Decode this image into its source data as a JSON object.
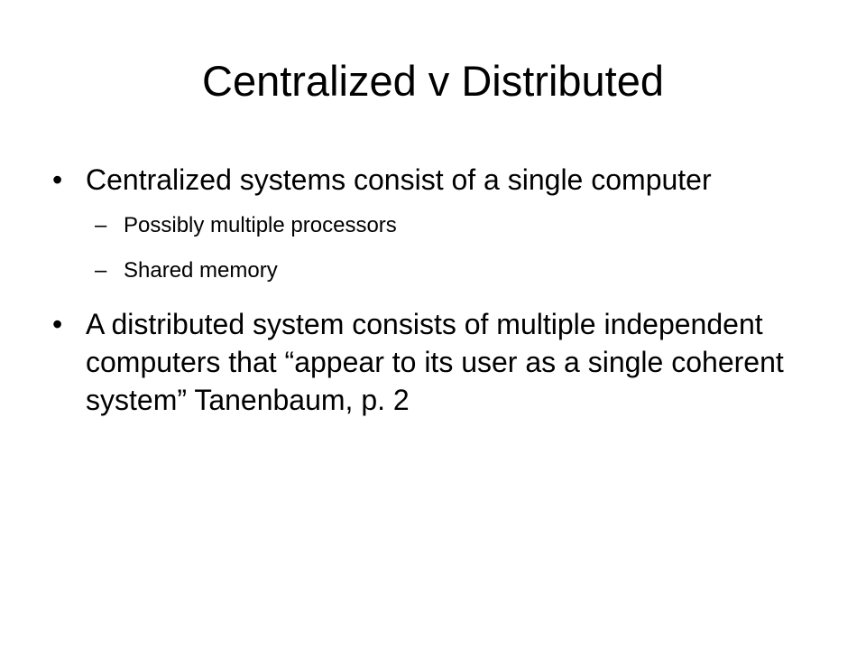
{
  "slide": {
    "title": "Centralized v Distributed",
    "bullet_glyph": "•",
    "sub_bullet_glyph": "–",
    "bullets": [
      {
        "text": "Centralized systems consist of a single computer",
        "sub_items": [
          "Possibly multiple processors",
          "Shared memory"
        ]
      },
      {
        "text": "A distributed system consists of multiple independent computers that “appear to its user as a single coherent system” Tanenbaum, p. 2",
        "sub_items": []
      }
    ]
  }
}
